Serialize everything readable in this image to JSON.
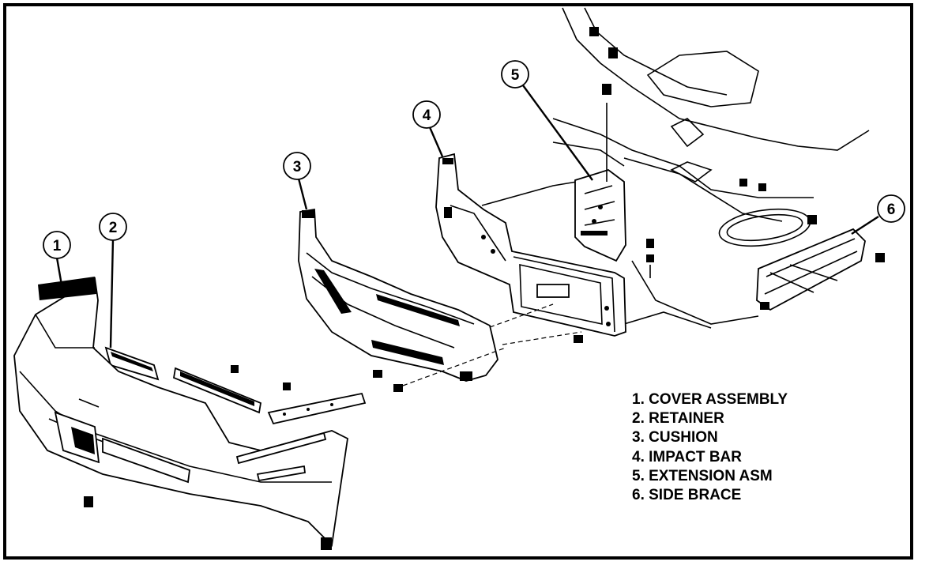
{
  "callouts": [
    {
      "id": "1",
      "label": "1"
    },
    {
      "id": "2",
      "label": "2"
    },
    {
      "id": "3",
      "label": "3"
    },
    {
      "id": "4",
      "label": "4"
    },
    {
      "id": "5",
      "label": "5"
    },
    {
      "id": "6",
      "label": "6"
    }
  ],
  "legend": [
    "1. COVER ASSEMBLY",
    "2. RETAINER",
    "3. CUSHION",
    "4. IMPACT BAR",
    "5. EXTENSION ASM",
    "6. SIDE BRACE"
  ],
  "colors": {
    "ink": "#000000",
    "paper": "#ffffff"
  }
}
